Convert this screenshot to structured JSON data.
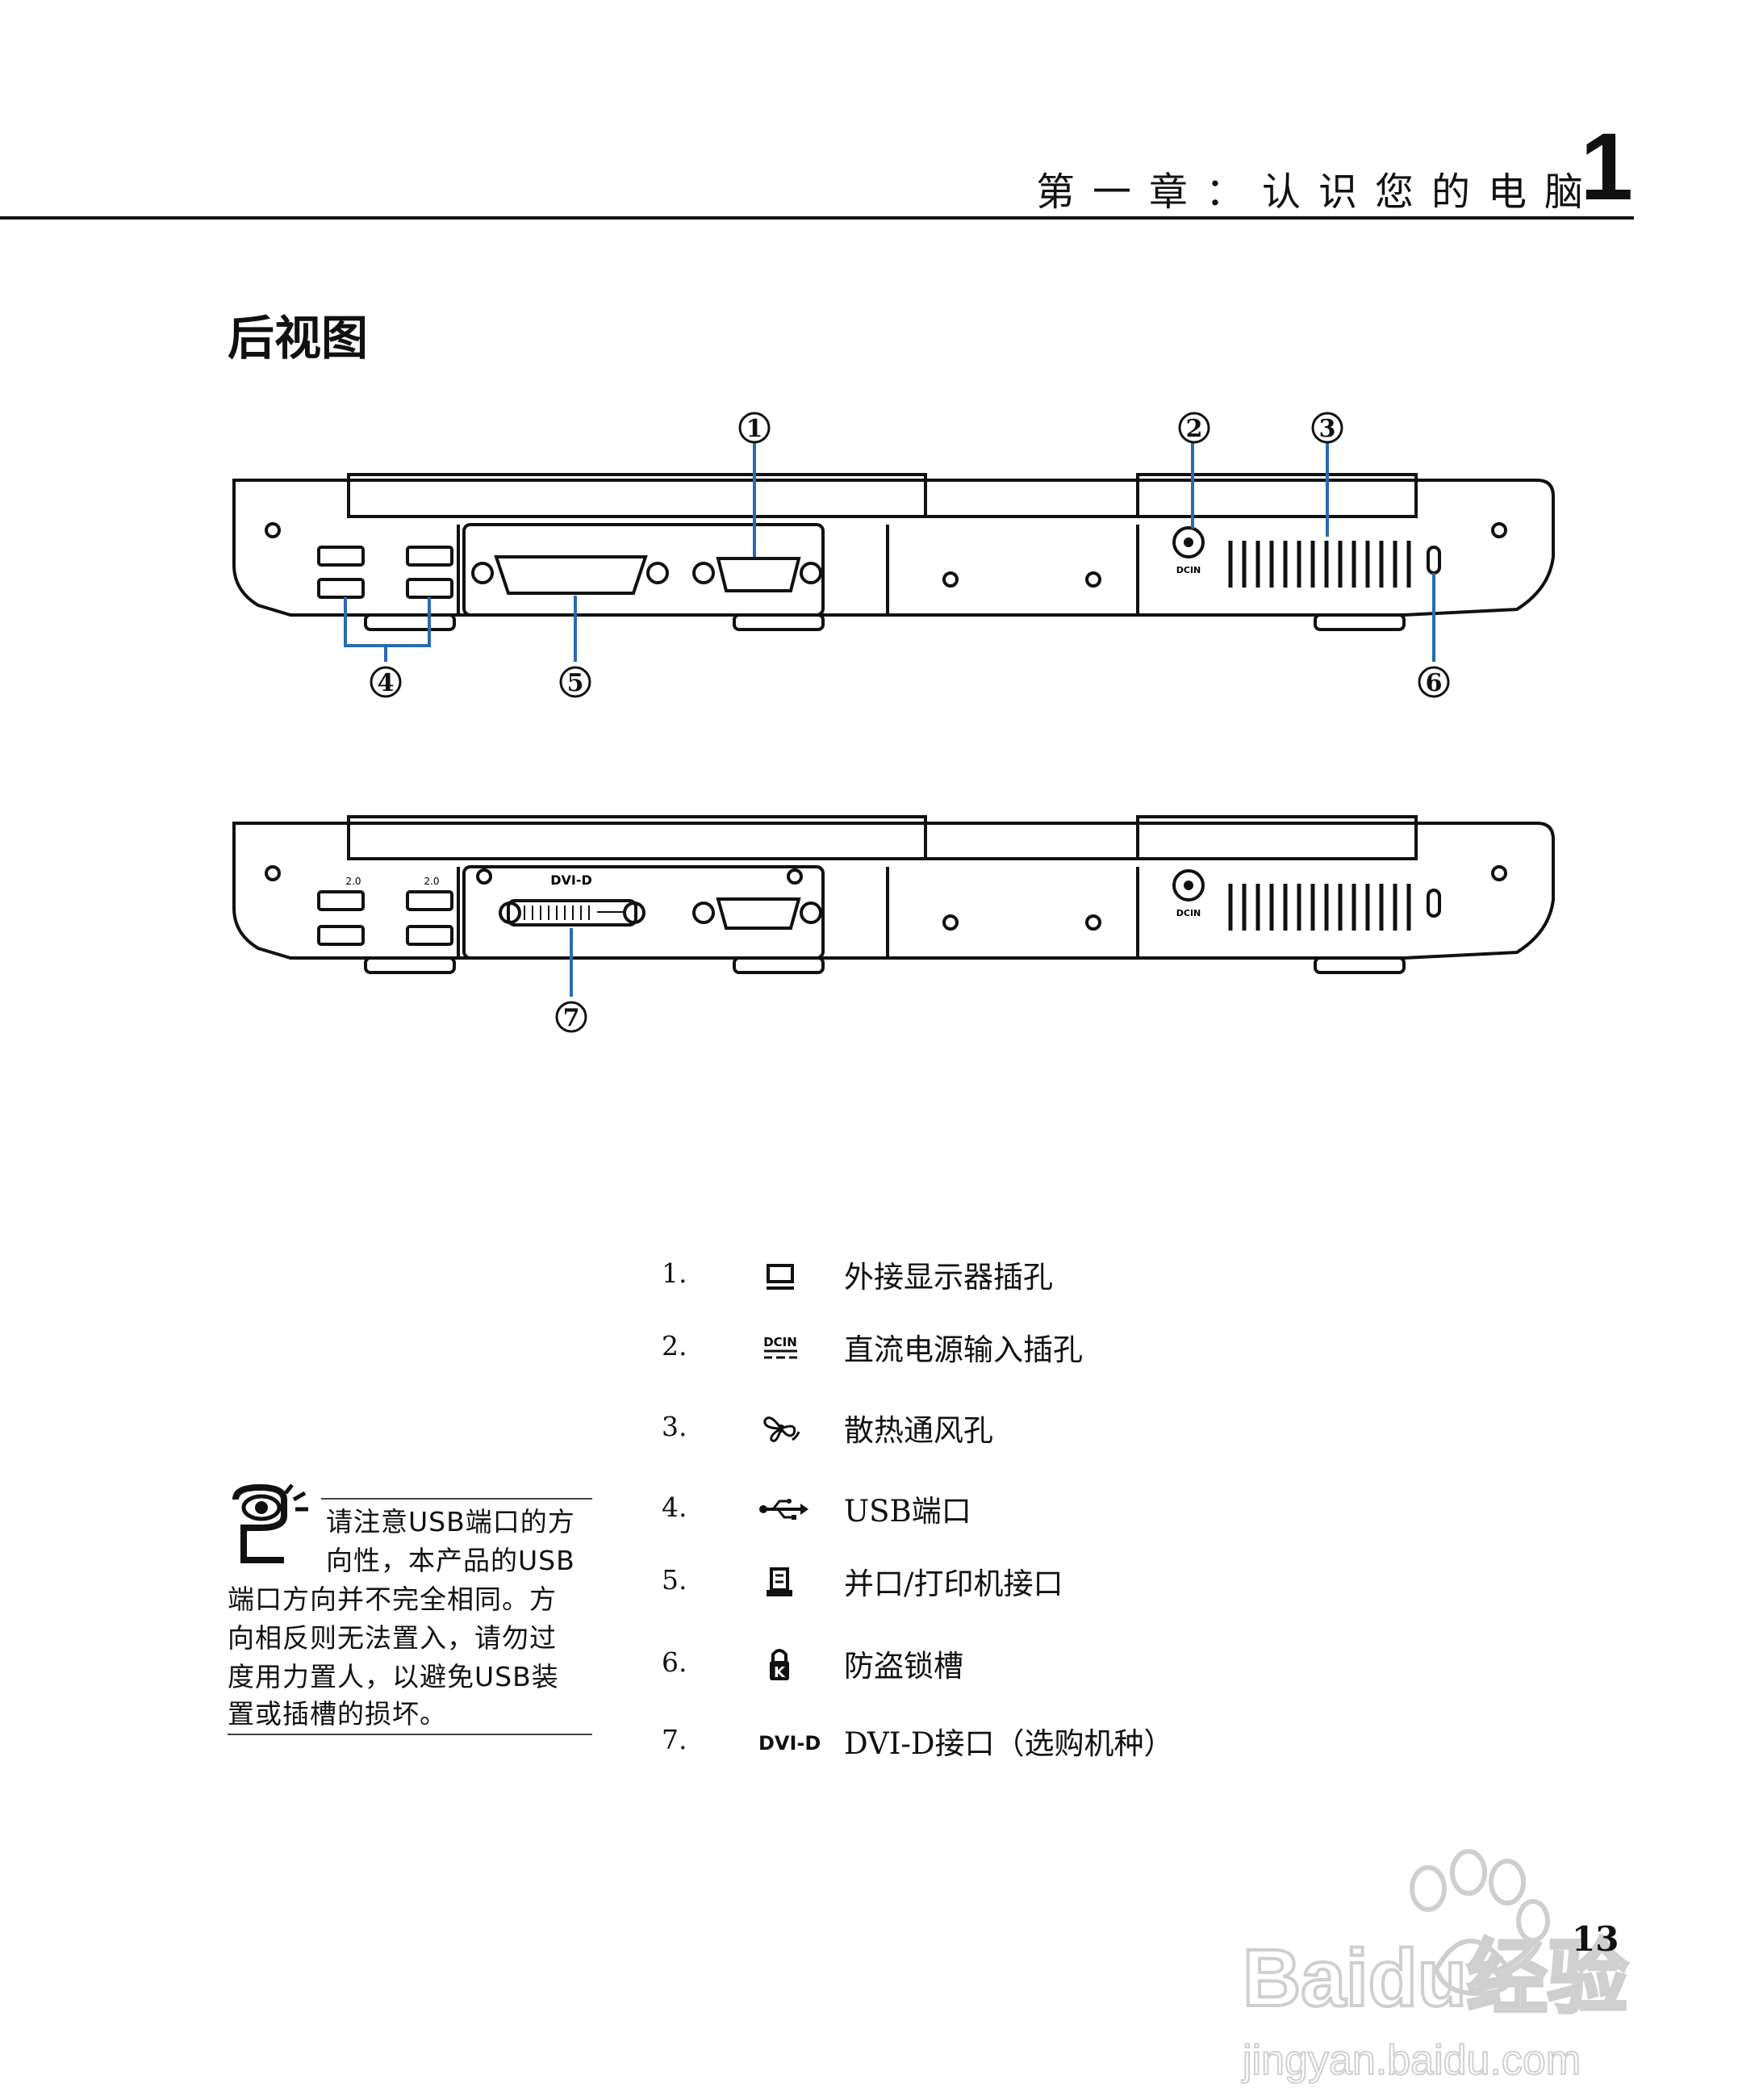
{
  "header": {
    "chapter_title": "第一章：认识您的电脑",
    "chapter_number": "1"
  },
  "section_title": "后视图",
  "diagram_labels": {
    "dvi_d_port_label": "DVI-D",
    "dcin_label": "DCIN",
    "usb_label": "2.0",
    "callouts": [
      "1",
      "2",
      "3",
      "4",
      "5",
      "6",
      "7"
    ]
  },
  "note": {
    "lines": [
      "请注意USB端口的方",
      "向性，本产品的USB",
      "端口方向并不完全相同。方",
      "向相反则无法置入，请勿过",
      "度用力置人，以避免USB装",
      "置或插槽的损坏。"
    ]
  },
  "legend": [
    {
      "num": "1.",
      "icon": "monitor-icon",
      "text": "外接显示器插孔"
    },
    {
      "num": "2.",
      "icon": "dcin-icon",
      "text": "直流电源输入插孔"
    },
    {
      "num": "3.",
      "icon": "fan-vent-icon",
      "text": "散热通风孔"
    },
    {
      "num": "4.",
      "icon": "usb-icon",
      "text": "USB端口"
    },
    {
      "num": "5.",
      "icon": "printer-icon",
      "text": "并口/打印机接口"
    },
    {
      "num": "6.",
      "icon": "kensington-lock-icon",
      "text": "防盗锁槽"
    },
    {
      "num": "7.",
      "icon": "DVI-D",
      "text": "DVI-D接口（选购机种）"
    }
  ],
  "watermark": {
    "brand": "Baidu经验",
    "url": "jingyan.baidu.com"
  },
  "page_number": "13"
}
